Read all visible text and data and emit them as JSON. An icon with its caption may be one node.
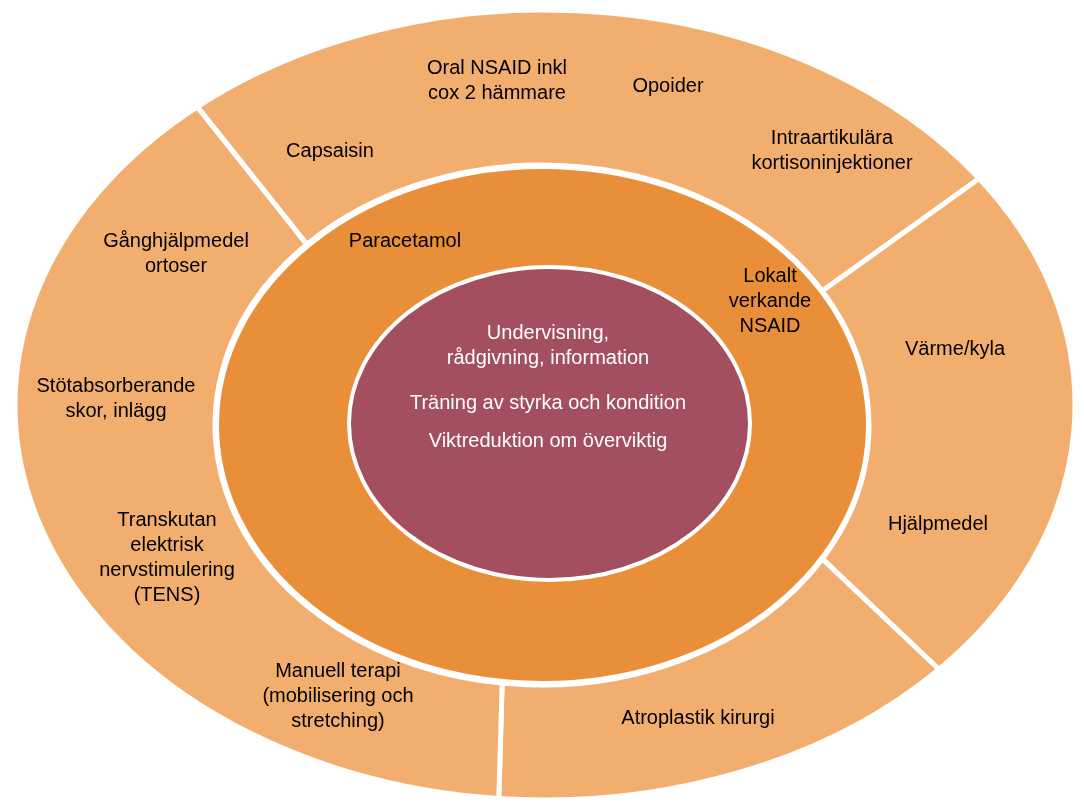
{
  "diagram": {
    "nodes": [
      {
        "text": [
          "Capsaisin",
          "Oral NSAID inkl cox 2 hämmare",
          "Opoider",
          "Intraartikulära kortisoninjektioner"
        ]
      },
      {
        "text": [
          "Värme/kyla",
          "Hjälpmedel"
        ]
      },
      {
        "text": [
          "Atroplastik kirurgi"
        ]
      },
      {
        "text": [
          "Gånghjälpmedel ortoser",
          "Stötabsorberande skor, inlägg",
          "Transkutan elektrisk nervstimulering (TENS)",
          "Manuell terapi (mobilisering och stretching)"
        ]
      },
      {
        "text": [
          "Paracetamol",
          "Lokalt verkande NSAID"
        ]
      },
      {
        "text": [
          "Undervisning, rådgivning, information",
          "Träning av styrka och kondition",
          "Viktreduktion om överviktig"
        ],
        "in": 4
      }
    ],
    "edges": []
  }
}
